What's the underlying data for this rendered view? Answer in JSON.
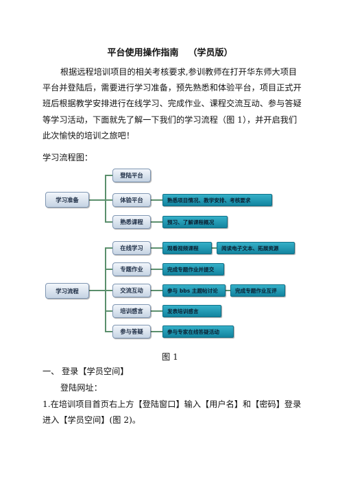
{
  "doc": {
    "title": "平台使用操作指南",
    "subtitle": "（学员版）",
    "intro": "根据远程培训项目的相关考核要求,参训教师在打开华东师大项目平台并登陆后，需要进行学习准备，预先熟悉和体验平台，项目正式开班后根据教学安排进行在线学习、完成作业、课程交流互动、参与答疑等学习活动，下面就先了解一下我们的学习流程（图 1），并开启我们此次愉快的培训之旅吧！",
    "flow_label": "学习流程图：",
    "figure_caption": "图 1",
    "section1_num": "一、",
    "section1_title": "登录【学员空间】",
    "login_site_label": "登陆网址：",
    "step1": "1.在培训项目首页右上方【登陆窗口】输入【用户名】和【密码】登录进入【学员空间】(图 2)。"
  },
  "diagram": {
    "prep": "学习准备",
    "flow": "学习流程",
    "login": "登陆平台",
    "experience": "体验平台",
    "familiar_course": "熟悉课程",
    "familiar_info": "熟悉项目情况、教学安排、考核要求",
    "preview": "预习、了解课程概况",
    "online": "在线学习",
    "homework": "专题作业",
    "interact": "交流互动",
    "feeling": "培训感言",
    "qa": "参与答疑",
    "watch_video": "观看视频课程",
    "read_text": "阅读电子文本、拓展资源",
    "finish_homework": "完成专题作业并提交",
    "bbs": "参与 bbs 主题帖讨论",
    "peer_review": "完成专题作业互评",
    "publish_feeling": "发表培训感言",
    "expert_qa": "参与专家在线答疑活动"
  }
}
